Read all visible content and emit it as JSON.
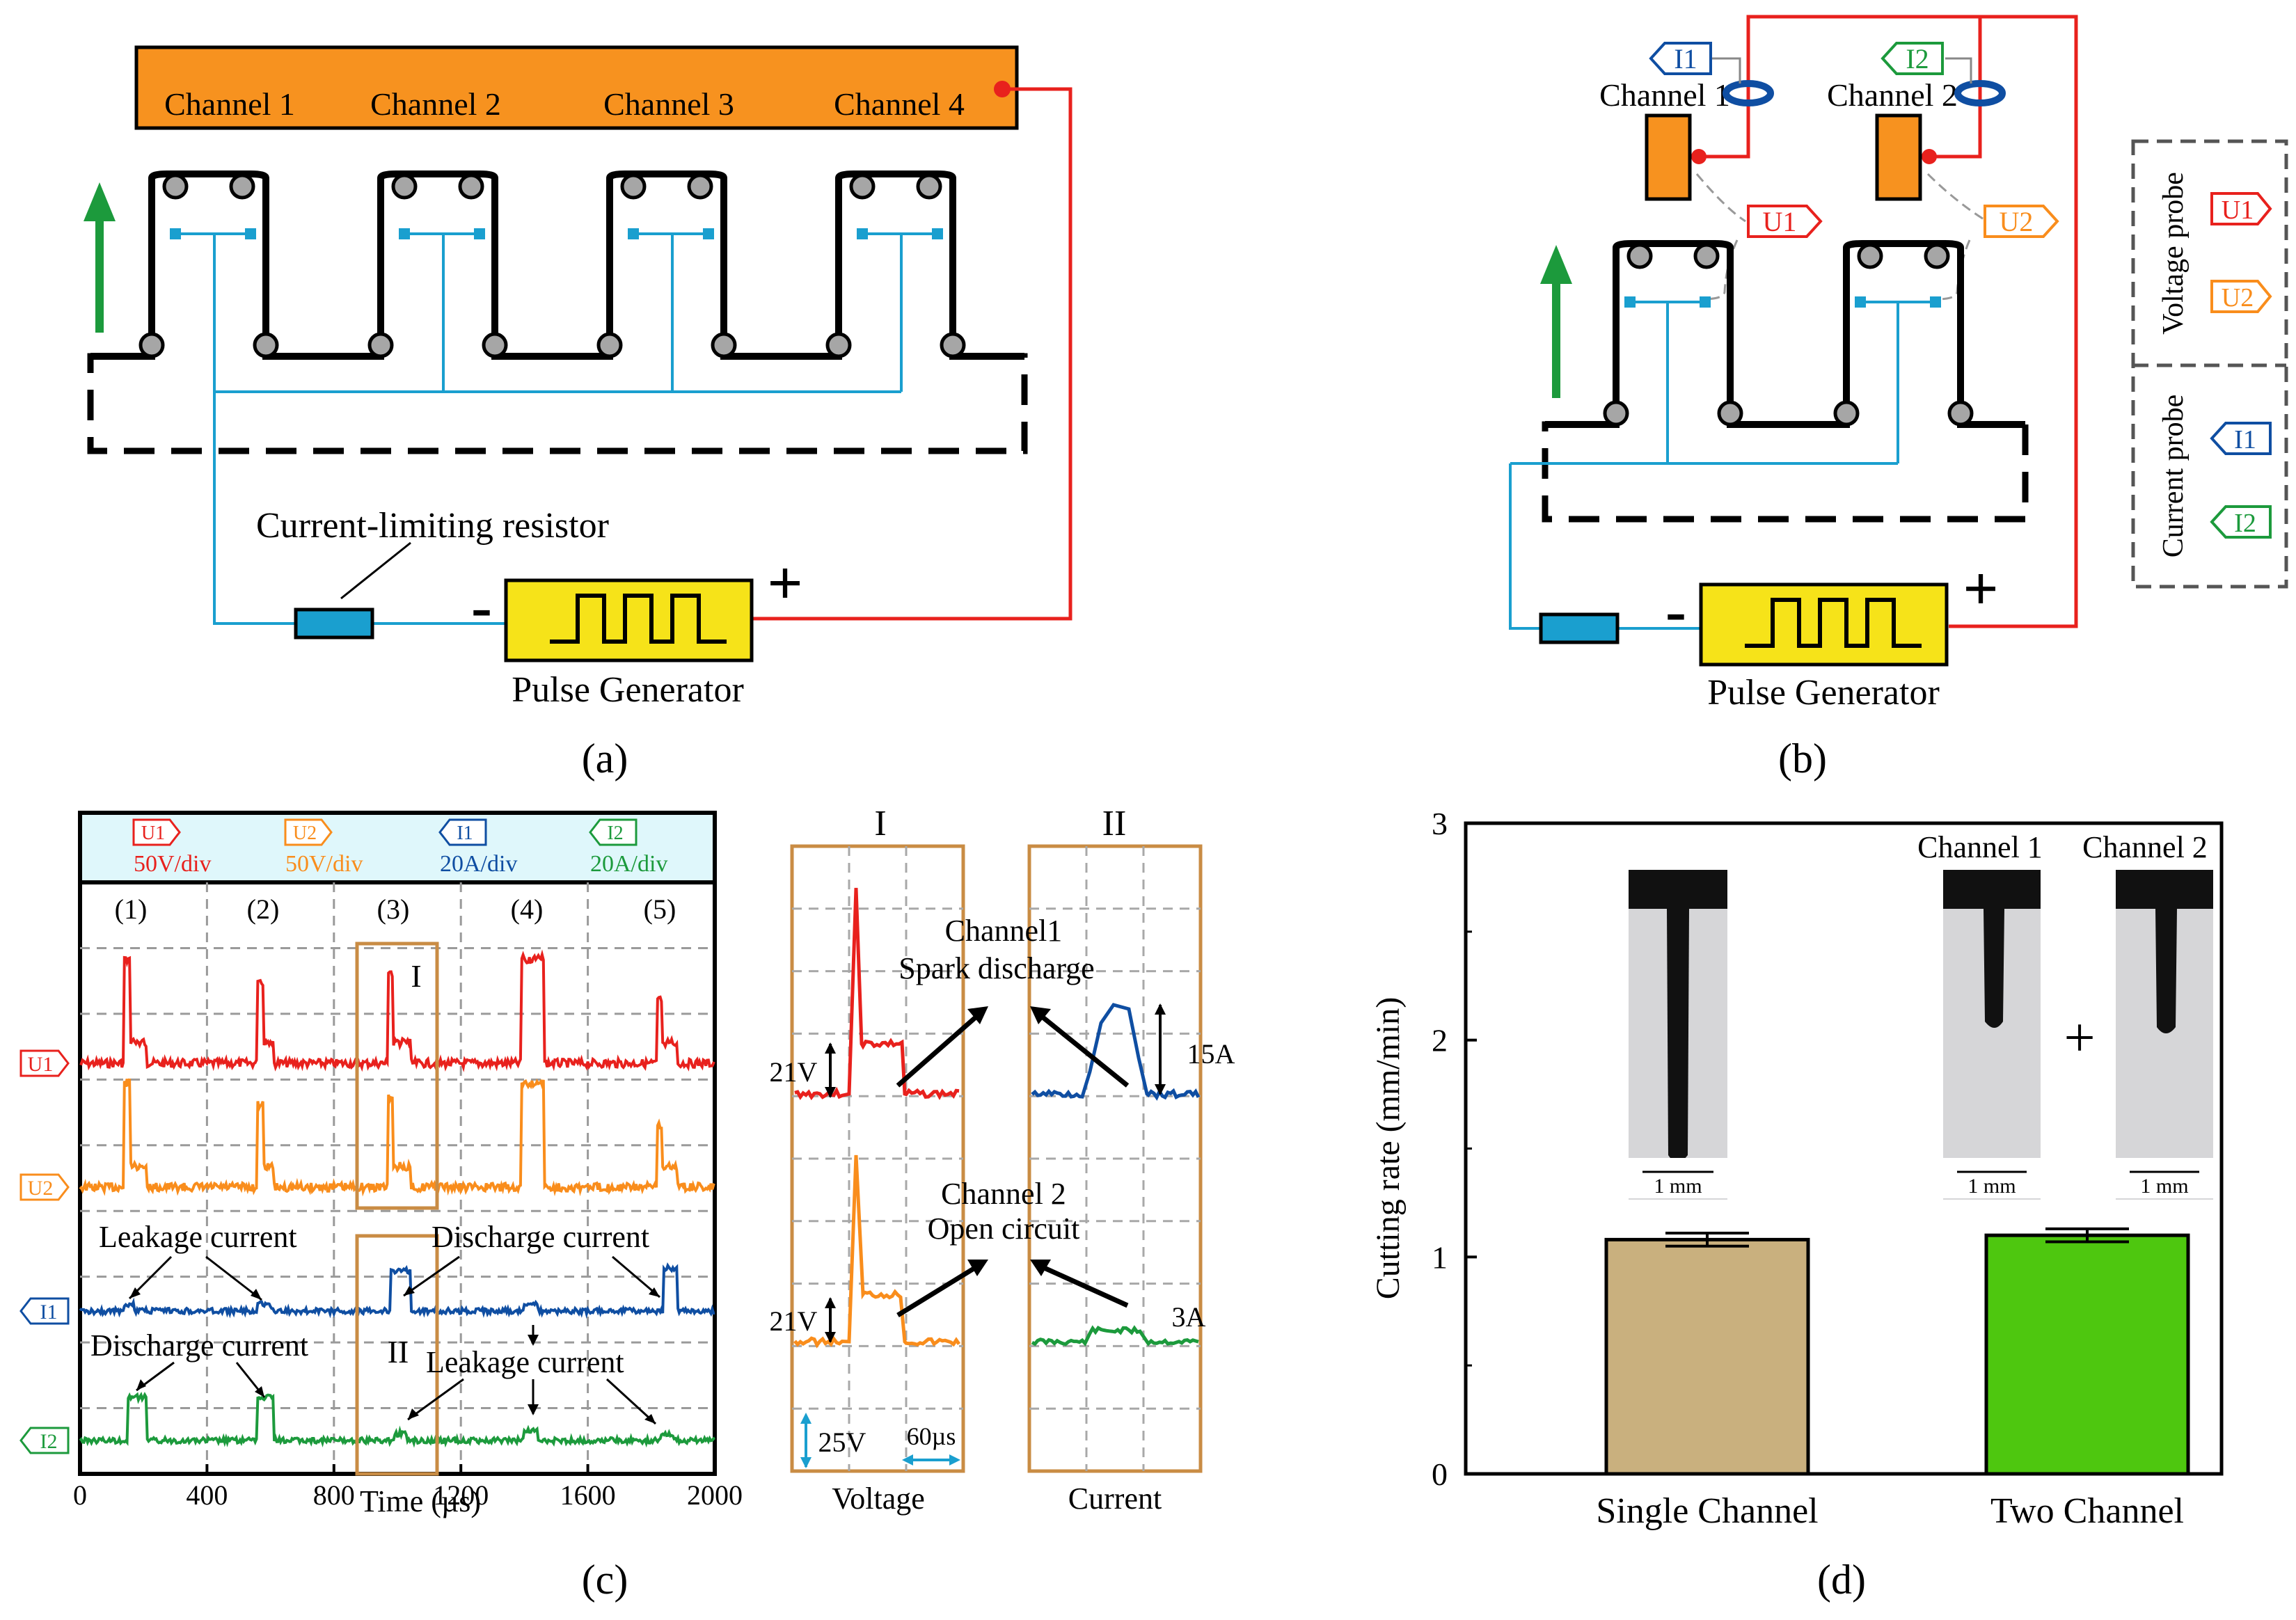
{
  "colors": {
    "red": "#e8211d",
    "blue": "#0f4ea2",
    "orange": "#f98d1c",
    "green": "#1c9a3c",
    "cyan": "#1a9fcf",
    "yellow": "#f6e319",
    "bar_tan": "#c9b07e",
    "bar_green": "#4ec70f",
    "channel_fill": "#f7921f",
    "scope_header": "#dff7fb",
    "box_brown": "#c98c44"
  },
  "icons": [
    "pulse-wave-icon",
    "resistor-icon",
    "roller-icon",
    "current-probe-ring-icon",
    "up-arrow-icon",
    "probe-tag-icon"
  ],
  "panel_a": {
    "channels": [
      "Channel 1",
      "Channel 2",
      "Channel 3",
      "Channel 4"
    ],
    "resistor_label": "Current-limiting resistor",
    "minus": "-",
    "plus": "+",
    "generator_label": "Pulse Generator",
    "caption": "(a)"
  },
  "panel_b": {
    "channels": [
      "Channel 1",
      "Channel 2"
    ],
    "current_tags": [
      "I1",
      "I2"
    ],
    "voltage_tags": [
      "U1",
      "U2"
    ],
    "legend_voltage": "Voltage probe",
    "legend_current": "Current probe",
    "legend_tags": [
      "U1",
      "U2",
      "I1",
      "I2"
    ],
    "minus": "-",
    "plus": "+",
    "generator_label": "Pulse Generator",
    "caption": "(b)"
  },
  "panel_c": {
    "header": [
      {
        "tag": "U1",
        "scale": "50V/div"
      },
      {
        "tag": "U2",
        "scale": "50V/div"
      },
      {
        "tag": "I1",
        "scale": "20A/div"
      },
      {
        "tag": "I2",
        "scale": "20A/div"
      }
    ],
    "pulse_labels": [
      "(1)",
      "(2)",
      "(3)",
      "(4)",
      "(5)"
    ],
    "trace_tags": [
      "U1",
      "U2",
      "I1",
      "I2"
    ],
    "x_ticks": [
      "0",
      "400",
      "800",
      "1200",
      "1600",
      "2000"
    ],
    "x_label": "Time (µs)",
    "box_I": "I",
    "box_II": "II",
    "annotations": {
      "leakage_top": "Leakage current",
      "discharge_top": "Discharge current",
      "discharge_bottom": "Discharge current",
      "leakage_bottom": "Leakage current"
    },
    "zoom": {
      "title_I": "I",
      "title_II": "II",
      "ch1_line1": "Channel1",
      "ch1_line2": "Spark discharge",
      "ch2_line1": "Channel 2",
      "ch2_line2": "Open circuit",
      "v1": "21V",
      "v2": "21V",
      "i1": "15A",
      "i2": "3A",
      "scale_v": "25V",
      "scale_t": "60µs",
      "label_voltage": "Voltage",
      "label_current": "Current"
    },
    "caption": "(c)"
  },
  "chart_data": {
    "type": "bar",
    "categories": [
      "Single Channel",
      "Two Channel"
    ],
    "values": [
      1.08,
      1.1
    ],
    "errors": [
      0.03,
      0.03
    ],
    "ylabel": "Cutting rate (mm/min)",
    "ylim": [
      0,
      3
    ],
    "yticks": [
      "0",
      "1",
      "2",
      "3"
    ],
    "inset_labels": [
      "Channel 1",
      "Channel 2"
    ],
    "scale_bar": "1 mm",
    "plus": "+"
  },
  "panel_d": {
    "caption": "(d)"
  }
}
